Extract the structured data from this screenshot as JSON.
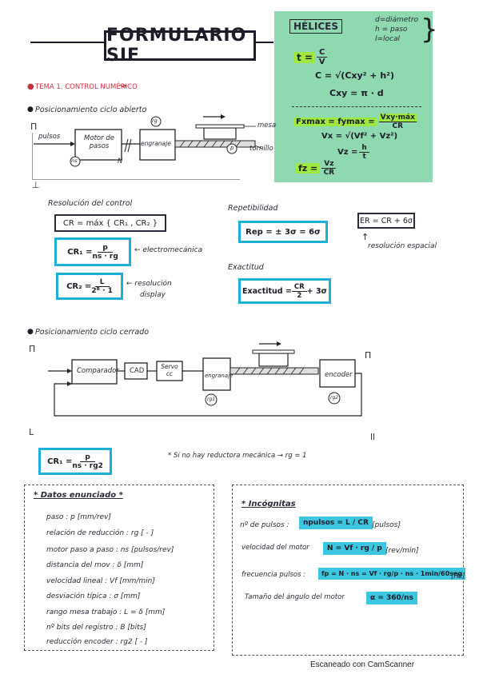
{
  "title": "FORMULARIO SIF",
  "helices": {
    "heading": "HÉLICES",
    "legend": [
      "d=diámetro",
      "h = paso",
      "l=local"
    ],
    "f_t": "t = ",
    "f_t_frac": [
      "C",
      "V"
    ],
    "f_c": "C = √(Cxy² + h²)",
    "f_cxy": "Cxy = π · d",
    "f_fmax": "Fxmax = fymax =",
    "f_fmax_frac": [
      "Vxy·máx",
      "CR"
    ],
    "f_vx": "Vx = √(Vf² + Vz²)",
    "f_vz": "Vz = ",
    "f_vz_frac": [
      "h",
      "t"
    ],
    "f_fz": "fz = ",
    "f_fz_frac": [
      "Vz",
      "CR"
    ]
  },
  "section1": {
    "heading": "TEMA 1. CONTROL NUMÉRICO",
    "open_loop": "Posicionamiento ciclo abierto",
    "pulses": "pulsos",
    "motor": "Motor de pasos",
    "ns": "ns",
    "gearbox": "engranaje",
    "rg": "rg",
    "p": "p",
    "n_label": "N",
    "mesa": "mesa",
    "tornillo": "tornillo",
    "pi_mark": "Π",
    "perp_mark": "⊥",
    "pi_mark_2": "Π",
    "ii_mark": "Π",
    "l_mark": "L",
    "ll_mark": "ll"
  },
  "resolution": {
    "heading": "Resolución del control",
    "cr": "CR = máx { CR₁ , CR₂ }",
    "cr1_frac": [
      "p",
      "ns · rg"
    ],
    "cr1_label": "CR₁ = ",
    "cr1_note": "electromecánica",
    "cr2_label": "CR₂ = ",
    "cr2_frac": [
      "L",
      "2ᴮ · 1"
    ],
    "cr2_note": [
      "resolución",
      "display"
    ]
  },
  "repeat": {
    "heading": "Repetibilidad",
    "formula": "Rep = ± 3σ = 6σ",
    "er": "ER = CR + 6σ",
    "er_note": "resolución espacial"
  },
  "accuracy": {
    "heading": "Exactitud",
    "formula_text": "Exactitud = ",
    "formula_frac": [
      "CR",
      "2"
    ],
    "formula_tail": " + 3σ"
  },
  "closed_loop": {
    "heading": "Posicionamiento ciclo cerrado",
    "comparador": "Comparador",
    "cad": "CAD",
    "servo": "Servo cc",
    "gearbox": "engranaje",
    "g1": "rg1",
    "encoder": "encoder",
    "g2": "rg2",
    "cr1_label": "CR₁ = ",
    "cr1_frac": [
      "p",
      "ns · rg2"
    ],
    "note": "* Si no hay reductora mecánica → rg = 1"
  },
  "datos": {
    "heading": "* Datos enunciado *",
    "items": [
      "paso : p [mm/rev]",
      "relación de reducción : rg [ - ]",
      "motor paso a paso : ns [pulsos/rev]",
      "distancia del mov : δ [mm]",
      "velocidad lineal : Vf [mm/min]",
      "desviación típica : σ [mm]",
      "rango mesa trabajo : L = δ [mm]",
      "nº bits del registro : B [bits]",
      "reducción encoder : rg2 [ - ]"
    ]
  },
  "incognitas": {
    "heading": "* Incógnitas",
    "items": [
      {
        "label": "nº de pulsos :",
        "formula": "npulsos = L / CR",
        "unit": "[pulsos]"
      },
      {
        "label": "velocidad del motor",
        "formula": "N = Vf · rg / p",
        "unit": "[rev/min]"
      },
      {
        "label": "frecuencia pulsos :",
        "formula": "fp = N · ns = Vf · rg/p · ns · 1min/60seg",
        "unit": "[Hz]"
      },
      {
        "label": "Tamaño del ángulo del motor",
        "formula": "α = 360/ns",
        "unit": ""
      }
    ]
  },
  "footer": "Escaneado con CamScanner",
  "colors": {
    "cyan": "#1ab0d8",
    "green_panel": "#8fd9b0",
    "teal_highlight": "#3cc6df",
    "lime_highlight": "#9ee83f",
    "red": "#c8323e"
  }
}
